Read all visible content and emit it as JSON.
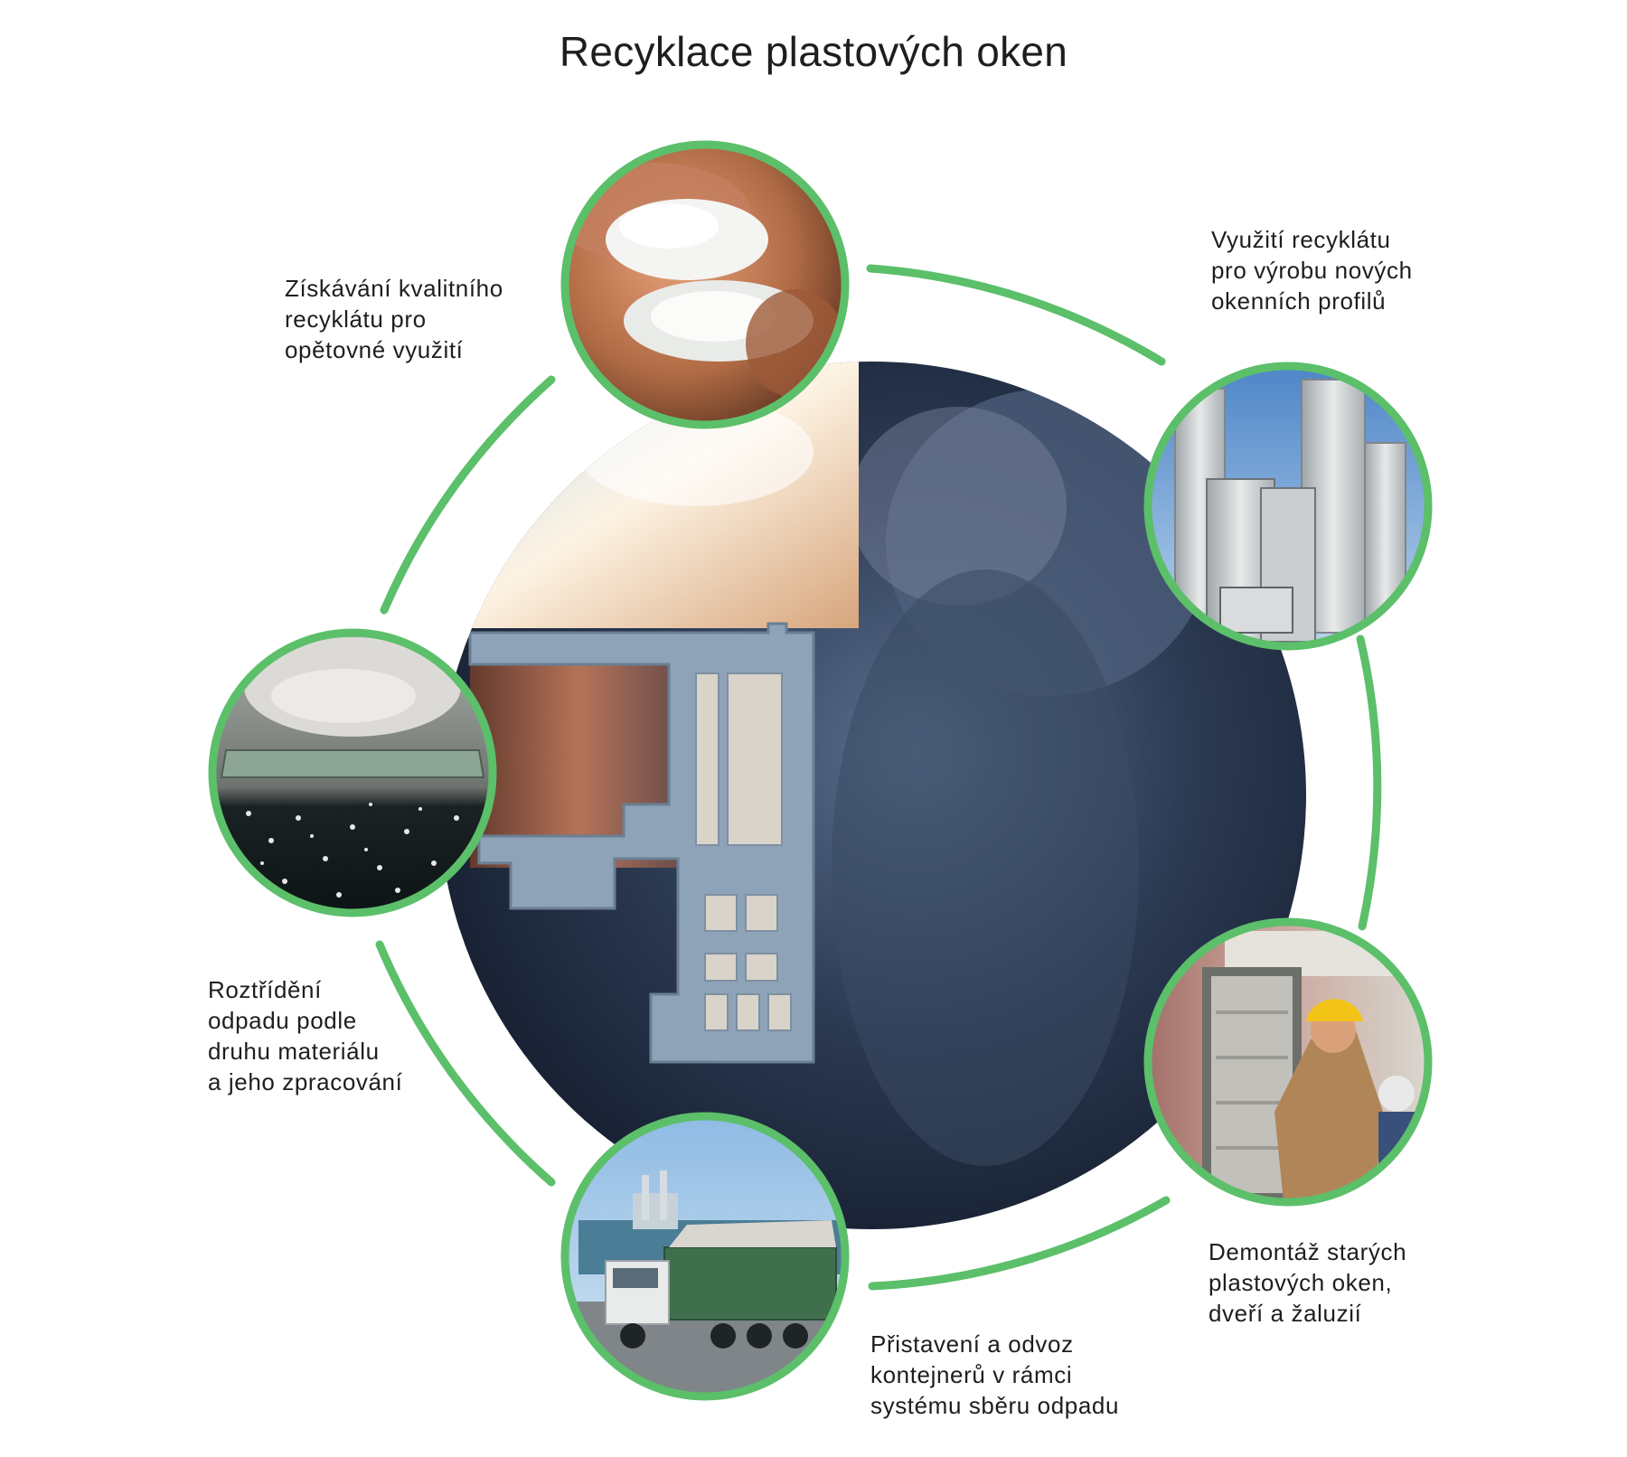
{
  "title": "Recyklace plastových oken",
  "colors": {
    "ring": "#5cbf6a",
    "background": "#ffffff",
    "text": "#1e1e1e"
  },
  "center_photo": "window-profile-cross-section-photo",
  "steps": [
    {
      "label_lines": [
        "Získávání kvalitního",
        "recyklátu pro",
        "opětovné využití"
      ],
      "photo": "hands-holding-recycled-granulate-photo"
    },
    {
      "label_lines": [
        "Využití recyklátu",
        "pro výrobu nových",
        "okenních profilů"
      ],
      "photo": "new-window-profiles-photo"
    },
    {
      "label_lines": [
        "Demontáž starých",
        "plastových oken,",
        "dveří a žaluzií"
      ],
      "photo": "workers-dismantling-window-photo"
    },
    {
      "label_lines": [
        "Přistavení a odvoz",
        "kontejnerů v rámci",
        "systému sběru odpadu"
      ],
      "photo": "truck-with-container-photo"
    },
    {
      "label_lines": [
        "Roztřídění",
        "odpadu podle",
        "druhu materiálu",
        "a jeho zpracování"
      ],
      "photo": "sorting-conveyor-photo"
    }
  ]
}
